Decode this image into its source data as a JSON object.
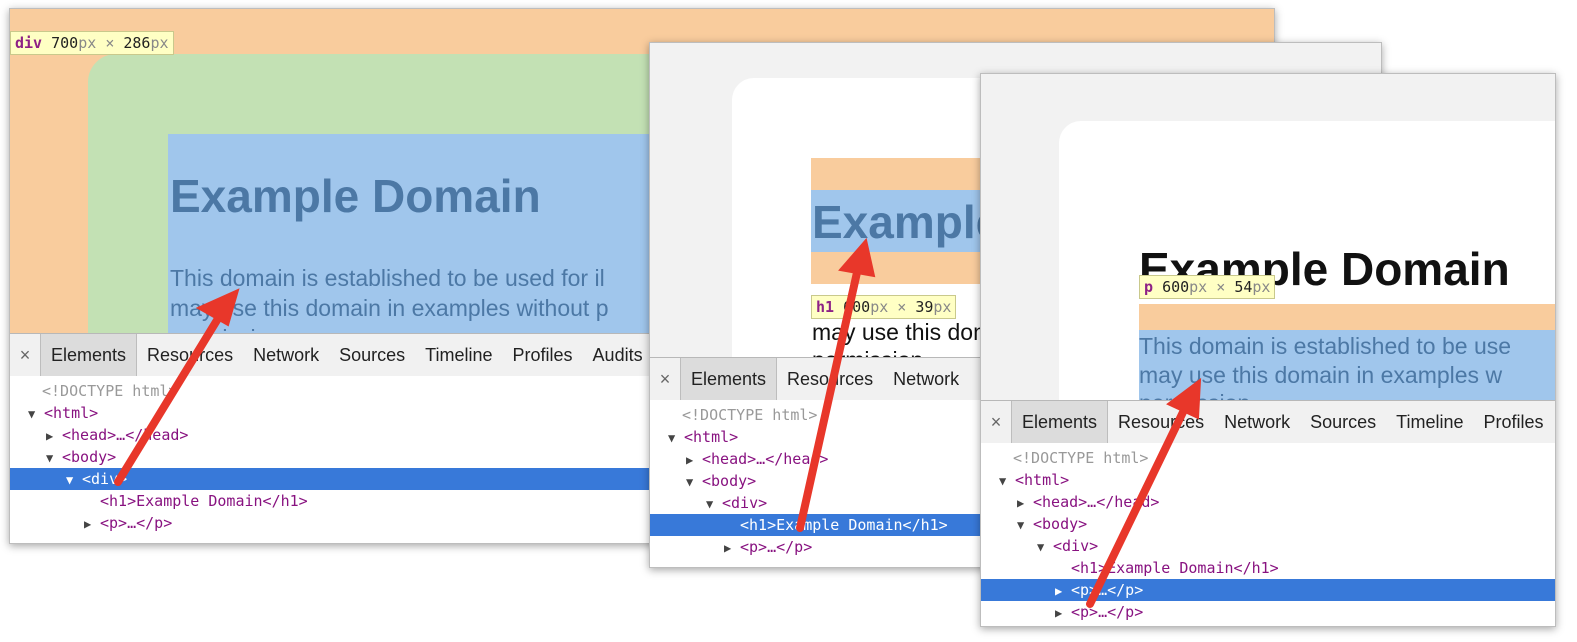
{
  "screenshots": [
    {
      "tooltip": {
        "tag": "div",
        "width": "700",
        "height": "286",
        "unit": "px",
        "sep": "×"
      },
      "heading": "Example Domain",
      "paragraph_lines": [
        "This domain is established to be used for il",
        "may use this domain in examples without p",
        "permission."
      ],
      "tabs": [
        "Elements",
        "Resources",
        "Network",
        "Sources",
        "Timeline",
        "Profiles",
        "Audits"
      ],
      "tree": [
        "<!DOCTYPE html>",
        "<html>",
        "<head>…</head>",
        "<body>",
        "<div>",
        "<h1>Example Domain</h1>",
        "<p>…</p>"
      ]
    },
    {
      "tooltip": {
        "tag": "h1",
        "width": "600",
        "height": "39",
        "unit": "px",
        "sep": "×"
      },
      "heading": "Example Domain",
      "paragraph_lines": [
        "may use this domain in examples",
        "permission."
      ],
      "tabs": [
        "Elements",
        "Resources",
        "Network"
      ],
      "tree": [
        "<!DOCTYPE html>",
        "<html>",
        "<head>…</head>",
        "<body>",
        "<div>",
        "<h1>Example Domain</h1>",
        "<p>…</p>"
      ]
    },
    {
      "tooltip": {
        "tag": "p",
        "width": "600",
        "height": "54",
        "unit": "px",
        "sep": "×"
      },
      "heading": "Example Domain",
      "paragraph_lines": [
        "This domain is established to be use",
        "may use this domain in examples w",
        "permission."
      ],
      "tabs": [
        "Elements",
        "Resources",
        "Network",
        "Sources",
        "Timeline",
        "Profiles"
      ],
      "tree": [
        "<!DOCTYPE html>",
        "<html>",
        "<head>…</head>",
        "<body>",
        "<div>",
        "<h1>Example Domain</h1>",
        "<p>…</p>",
        "<p>…</p>"
      ]
    }
  ],
  "close_glyph": "×",
  "colors": {
    "margin": "#f9cc9d",
    "padding": "#c3e1b4",
    "content": "#a0c6ec",
    "selection": "#3879d9",
    "tag": "#881280",
    "arrow": "#e8372a"
  },
  "icons": {
    "close": "close-icon",
    "expand": "triangle-right-icon",
    "collapse": "triangle-down-icon",
    "annotation": "red-arrow-icon"
  }
}
